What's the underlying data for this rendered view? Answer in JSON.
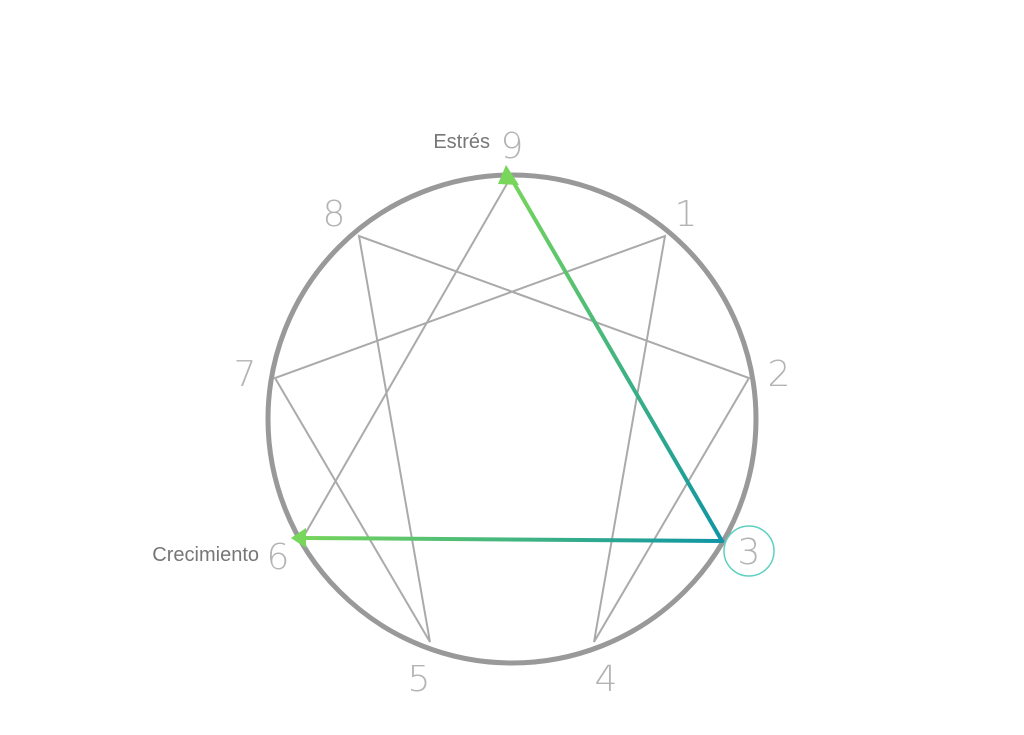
{
  "diagram": {
    "points": [
      {
        "id": 9,
        "label": "9"
      },
      {
        "id": 1,
        "label": "1"
      },
      {
        "id": 2,
        "label": "2"
      },
      {
        "id": 3,
        "label": "3"
      },
      {
        "id": 4,
        "label": "4"
      },
      {
        "id": 5,
        "label": "5"
      },
      {
        "id": 6,
        "label": "6"
      },
      {
        "id": 7,
        "label": "7"
      },
      {
        "id": 8,
        "label": "8"
      }
    ],
    "selected_point": "3",
    "annotations": {
      "stress": "Estrés",
      "growth": "Crecimiento"
    },
    "arrows": [
      {
        "from": "3",
        "to": "9",
        "meaning": "stress"
      },
      {
        "from": "3",
        "to": "6",
        "meaning": "growth"
      }
    ],
    "colors": {
      "circle": "#999999",
      "lines": "#aaaaaa",
      "numbers": "#b3b3b3",
      "arrow_start": "#0f95a5",
      "arrow_end": "#78d65a",
      "highlight": "#5fcfc0"
    }
  }
}
